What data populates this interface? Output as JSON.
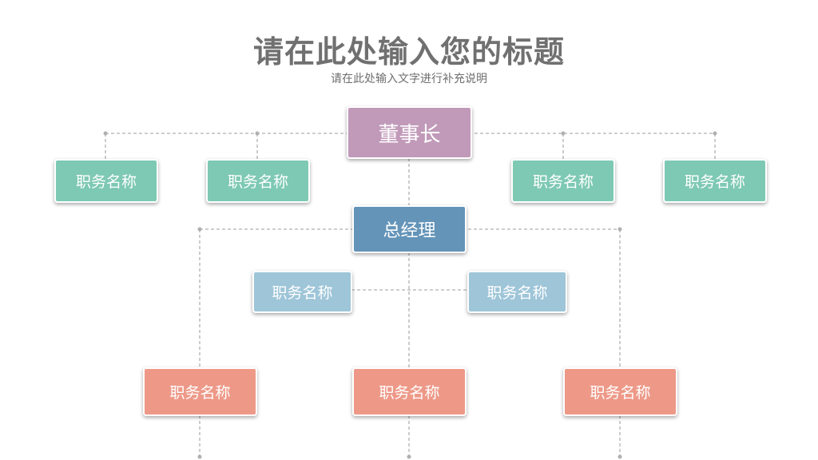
{
  "header": {
    "title": "请在此处输入您的标题",
    "subtitle": "请在此处输入文字进行补充说明"
  },
  "chart": {
    "chairman": "董事长",
    "general_manager": "总经理",
    "top_positions": [
      "职务名称",
      "职务名称",
      "职务名称",
      "职务名称"
    ],
    "middle_positions": [
      "职务名称",
      "职务名称"
    ],
    "bottom_positions": [
      "职务名称",
      "职务名称",
      "职务名称"
    ]
  },
  "colors": {
    "chairman": "#c19ab9",
    "general_manager": "#6494b8",
    "top_positions": "#7ec9b3",
    "middle_positions": "#9ec5d8",
    "bottom_positions": "#ee9988",
    "connector": "#b0b0b0"
  }
}
